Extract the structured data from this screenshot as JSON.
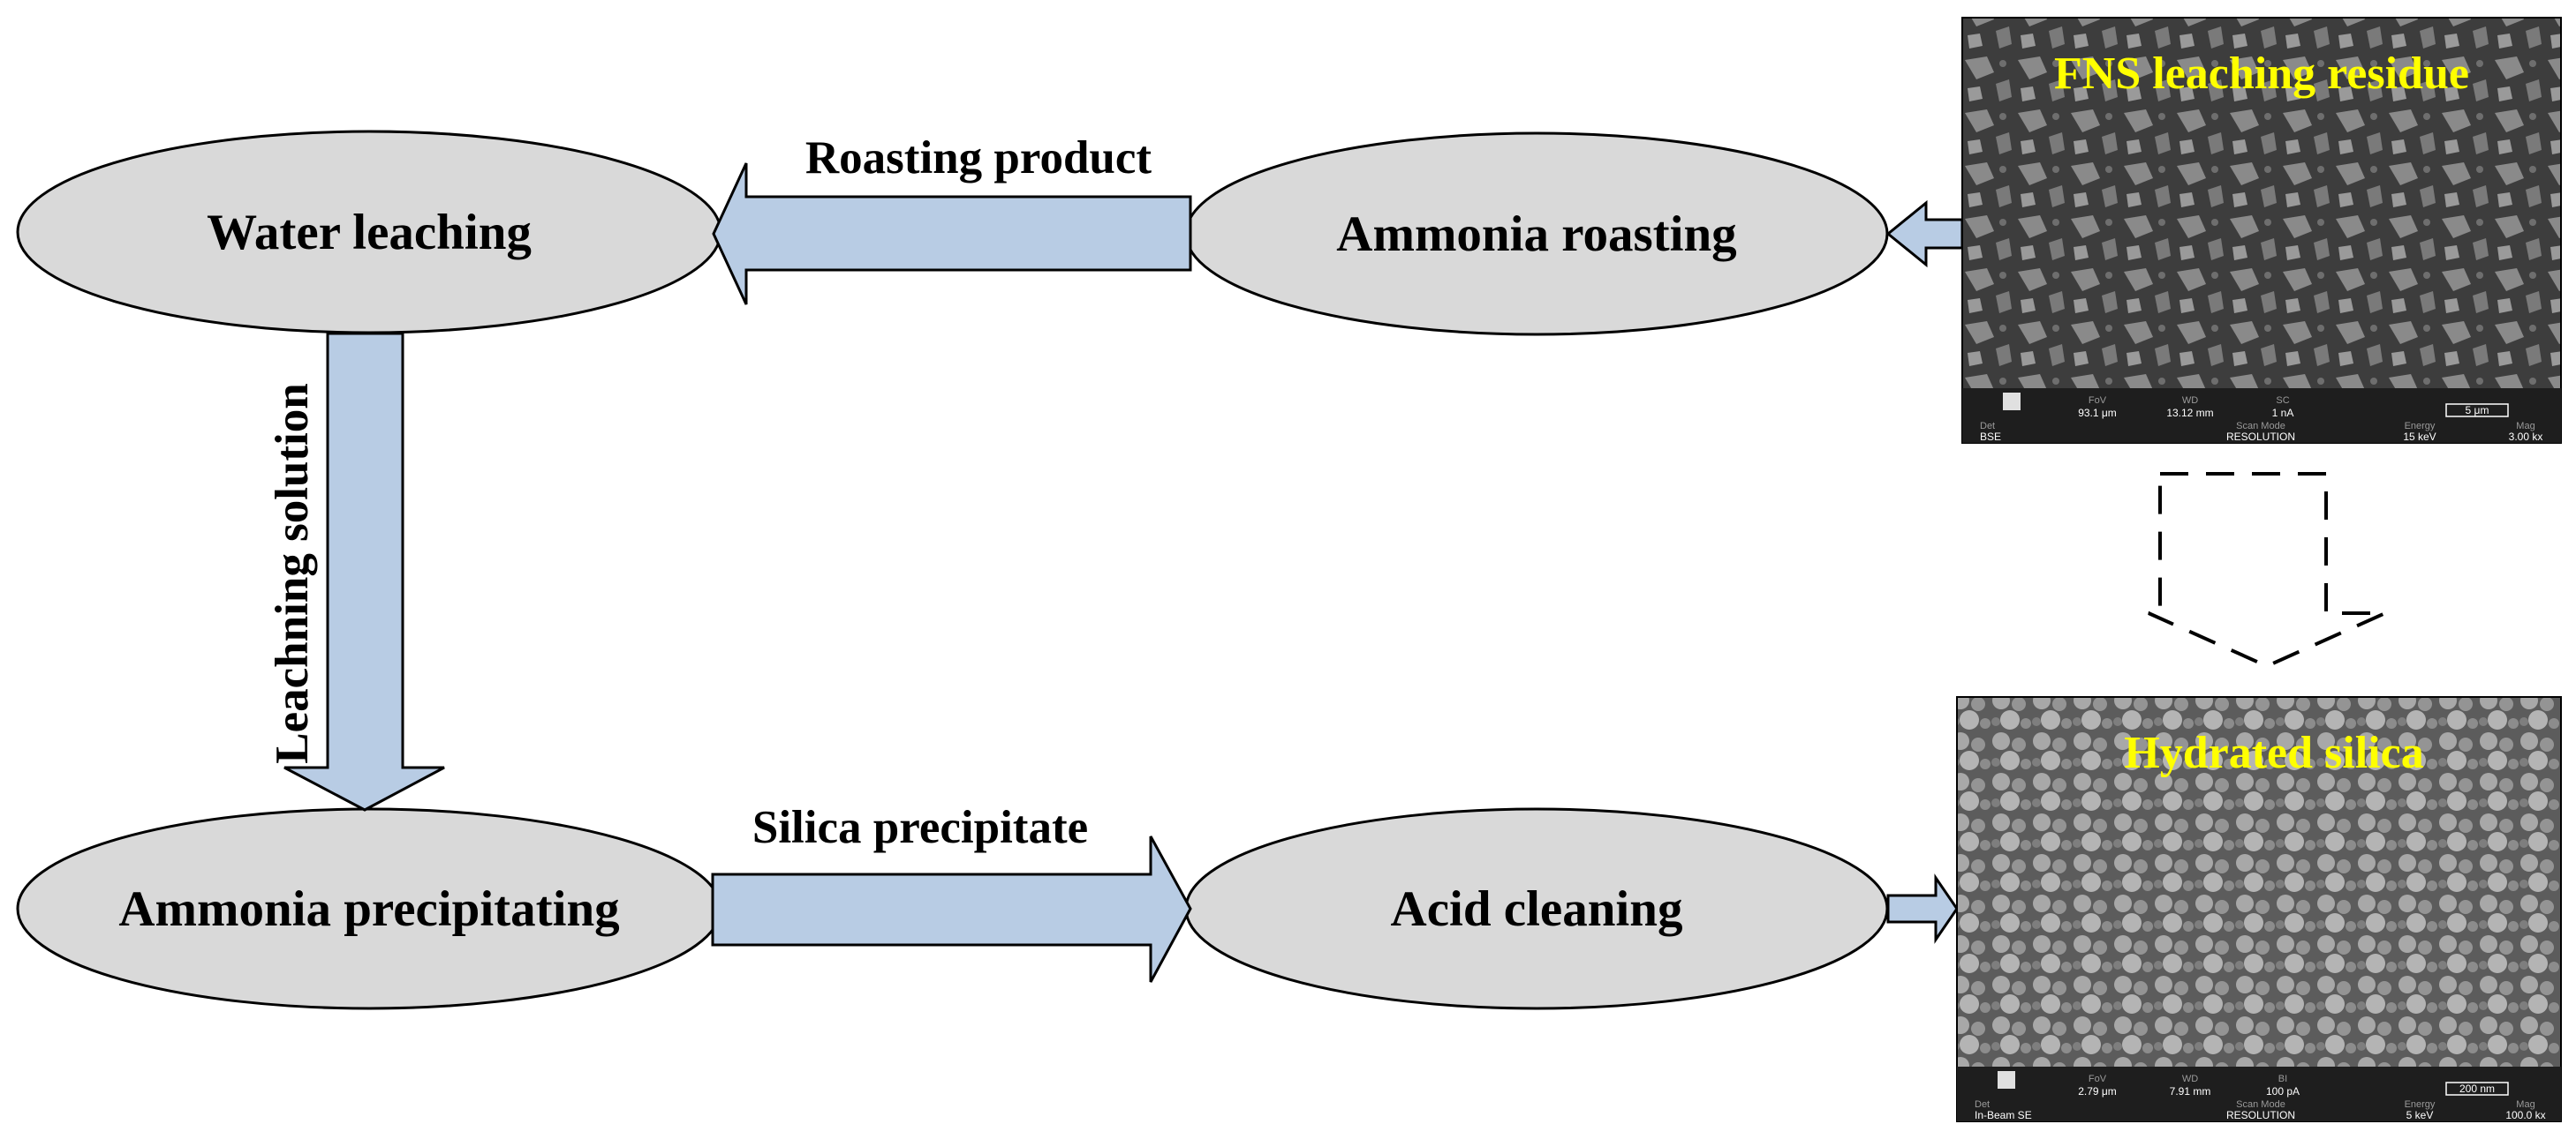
{
  "nodes": {
    "water_leaching": "Water leaching",
    "ammonia_roasting": "Ammonia roasting",
    "ammonia_precipitating": "Ammonia precipitating",
    "acid_cleaning": "Acid cleaning"
  },
  "edges": {
    "roasting_product": "Roasting product",
    "leaching_solution": "Leachning solution",
    "silica_precipitate": "Silica precipitate"
  },
  "images": {
    "top": {
      "title": "FNS leaching residue",
      "scale_bar": "5 μm",
      "info_row1": [
        "",
        "93.1 μm",
        "13.12 mm",
        "1 nA",
        "",
        "",
        ""
      ],
      "label_row1": [
        "",
        "FoV",
        "WD",
        "SC",
        "",
        "",
        ""
      ],
      "label_row2": [
        "Det",
        "",
        "Scan Mode",
        "",
        "Energy",
        "Mag"
      ],
      "info_row2": [
        "BSE",
        "",
        "RESOLUTION",
        "",
        "15 keV",
        "3.00 kx"
      ]
    },
    "bottom": {
      "title": "Hydrated silica",
      "scale_bar": "200 nm",
      "info_row1": [
        "",
        "2.79 μm",
        "7.91 mm",
        "100 pA",
        "",
        "",
        ""
      ],
      "label_row1": [
        "",
        "FoV",
        "WD",
        "BI",
        "",
        "",
        ""
      ],
      "label_row2": [
        "Det",
        "",
        "Scan Mode",
        "",
        "Energy",
        "Mag"
      ],
      "info_row2": [
        "In-Beam SE",
        "",
        "RESOLUTION",
        "",
        "5 keV",
        "100.0 kx"
      ]
    }
  },
  "colors": {
    "ellipse_fill": "#d9d9d9",
    "arrow_fill": "#b8cce4",
    "image_title": "#ffff00"
  }
}
